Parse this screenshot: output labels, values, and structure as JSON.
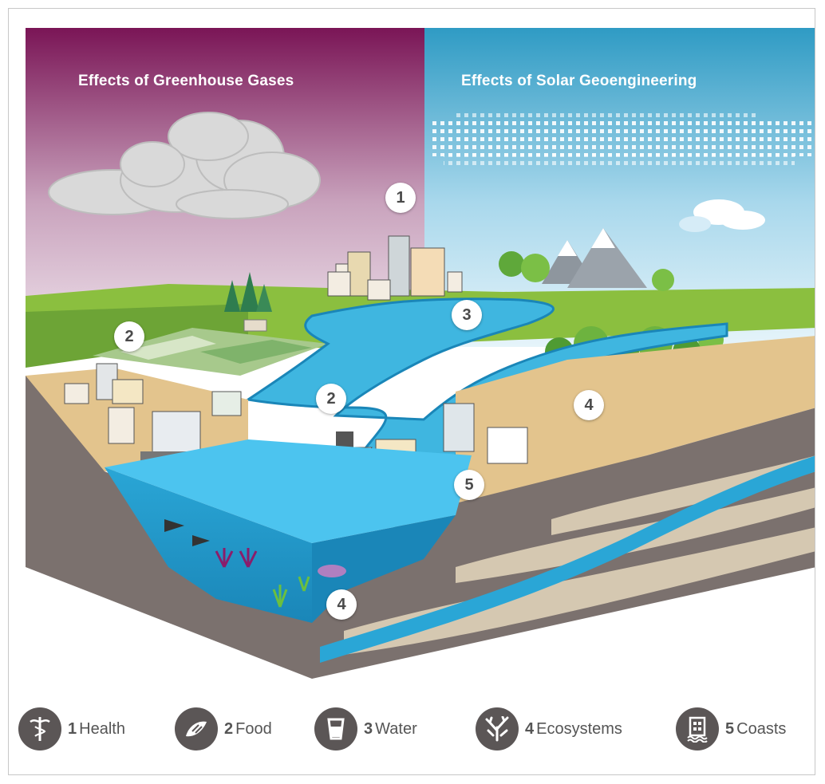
{
  "headers": {
    "left": "Effects of Greenhouse Gases",
    "right": "Effects of Solar Geoengineering"
  },
  "colors": {
    "greenhouse_sky_top": "#7a1556",
    "geoengineering_sky_top": "#2f9bc4",
    "water": "#3fb6e0",
    "land": "#8bbf3f",
    "sand": "#e3c48d",
    "rock": "#7b716e",
    "legend_icon": "#5b5656"
  },
  "markers": [
    {
      "label": "1",
      "topic": "Health"
    },
    {
      "label": "2",
      "topic": "Food"
    },
    {
      "label": "3",
      "topic": "Water"
    },
    {
      "label": "2",
      "topic": "Food"
    },
    {
      "label": "4",
      "topic": "Ecosystems"
    },
    {
      "label": "5",
      "topic": "Coasts"
    },
    {
      "label": "4",
      "topic": "Ecosystems"
    }
  ],
  "legend": [
    {
      "num": "1",
      "label": "Health",
      "icon": "caduceus-icon"
    },
    {
      "num": "2",
      "label": "Food",
      "icon": "fish-bread-icon"
    },
    {
      "num": "3",
      "label": "Water",
      "icon": "water-glass-icon"
    },
    {
      "num": "4",
      "label": "Ecosystems",
      "icon": "coral-icon"
    },
    {
      "num": "5",
      "label": "Coasts",
      "icon": "coastal-building-icon"
    }
  ]
}
